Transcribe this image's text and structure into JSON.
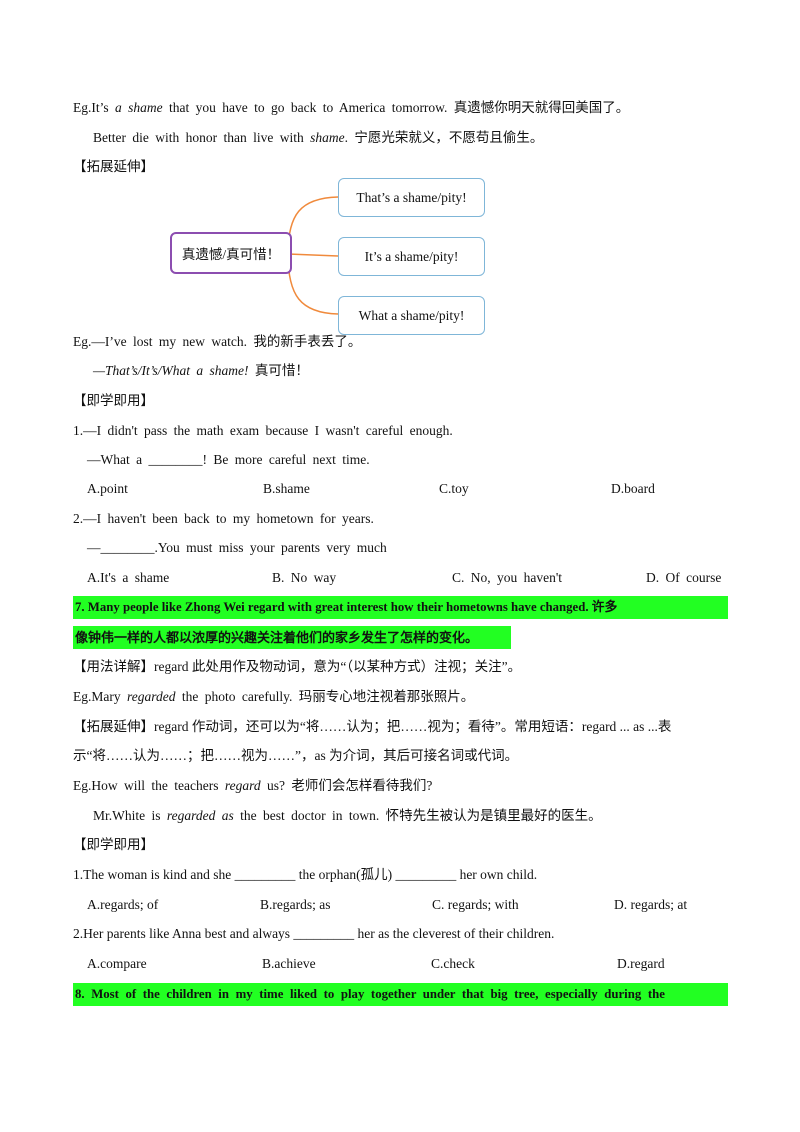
{
  "blocks": {
    "eg1_a": "Eg.It’s ",
    "eg1_b": "a shame",
    "eg1_c": " that you have to go back to America tomorrow. 真遗憾你明天就得回美国了。",
    "eg1b_a": "Better die with honor than live with ",
    "eg1b_b": "shame",
    "eg1b_c": ". 宁愿光荣就义，不愿苟且偷生。",
    "ext1": "【拓展延伸】",
    "eg2": "Eg.—I’ve lost my new watch. 我的新手表丢了。",
    "eg2b_a": "—That’s/It’s/What a shame!",
    "eg2b_b": " 真可惜！",
    "practice1": "【即学即用】",
    "q1": "1.—I didn't pass the math exam because I wasn't careful enough.",
    "q1b": "—What a ________! Be more careful next time.",
    "q1_opts": [
      "A.point",
      "B.shame",
      "C.toy",
      "D.board"
    ],
    "q2": "2.—I haven't been back to my hometown for years.",
    "q2b": "—________.You must miss your parents very much",
    "q2_opts": [
      "A.It's a shame",
      "B. No way",
      "C. No, you haven't",
      "D. Of course"
    ],
    "h7a": "7. Many people like Zhong Wei regard with great interest how their hometowns have changed. 许多",
    "h7b": "像钟伟一样的人都以浓厚的兴趣关注着他们的家乡发生了怎样的变化。",
    "usage": "【用法详解】regard 此处用作及物动词，意为“（以某种方式）注视；关注”。",
    "eg3_a": "Eg.Mary ",
    "eg3_b": "regarded",
    "eg3_c": " the photo carefully. 玛丽专心地注视着那张照片。",
    "ext2": "【拓展延伸】regard 作动词，还可以为“将……认为；把……视为；看待”。常用短语：regard ... as ...表",
    "ext2b": "示“将……认为……；把……视为……”，as 为介词，其后可接名词或代词。",
    "eg4_a": "Eg.How will the teachers ",
    "eg4_b": "regard",
    "eg4_c": " us? 老师们会怎样看待我们?",
    "eg4b_a": "Mr.White is ",
    "eg4b_b": "regarded as",
    "eg4b_c": " the best doctor in town. 怀特先生被认为是镇里最好的医生。",
    "practice2": "【即学即用】",
    "q3": "1.The woman is kind and she _________ the orphan(孤儿) _________ her own child.",
    "q3_opts": [
      "A.regards; of",
      "B.regards; as",
      "C. regards; with",
      "D. regards; at"
    ],
    "q4": "2.Her parents like Anna best and always _________ her as the cleverest of their children.",
    "q4_opts": [
      "A.compare",
      "B.achieve",
      "C.check",
      "D.regard"
    ],
    "h8": "8. Most of the children in my time liked to play together under that big tree, especially during the"
  },
  "mindmap": {
    "center": "真遗憾/真可惜！",
    "branches": [
      "That’s a shame/pity!",
      "It’s a shame/pity!",
      "What a shame/pity!"
    ],
    "branch_color": "#f08a3c",
    "center_border": "#8c4db0",
    "branch_border": "#7fb6d8"
  },
  "colors": {
    "highlight": "#22ff22"
  }
}
